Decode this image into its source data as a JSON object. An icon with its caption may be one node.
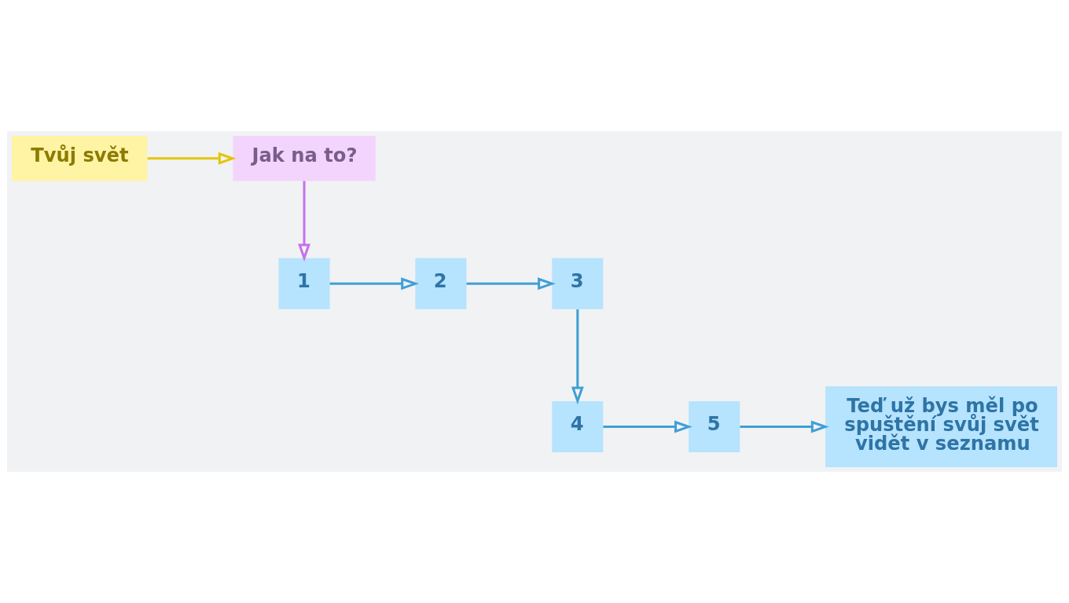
{
  "diagram": {
    "nodes": [
      {
        "text": [
          "Tvůj svět"
        ]
      },
      {
        "text": [
          "Jak na to?"
        ]
      },
      {
        "text": [
          "1"
        ]
      },
      {
        "text": [
          "2"
        ]
      },
      {
        "text": [
          "3"
        ]
      },
      {
        "text": [
          "4"
        ]
      },
      {
        "text": [
          "5"
        ]
      },
      {
        "text": [
          "Teď už bys měl po spuštění svůj svět vidět v seznamu"
        ]
      }
    ],
    "edges": [
      {
        "from": 0,
        "to": 1,
        "arrow": "to",
        "color": "#e2c608"
      },
      {
        "from": 1,
        "to": 2,
        "arrow": "to",
        "color": "#c672ea"
      },
      {
        "from": 2,
        "to": 3,
        "arrow": "to"
      },
      {
        "from": 3,
        "to": 4,
        "arrow": "to"
      },
      {
        "from": 4,
        "to": 5,
        "arrow": "to"
      },
      {
        "from": 5,
        "to": 6,
        "arrow": "to"
      },
      {
        "from": 6,
        "to": 7,
        "arrow": "to"
      }
    ]
  }
}
